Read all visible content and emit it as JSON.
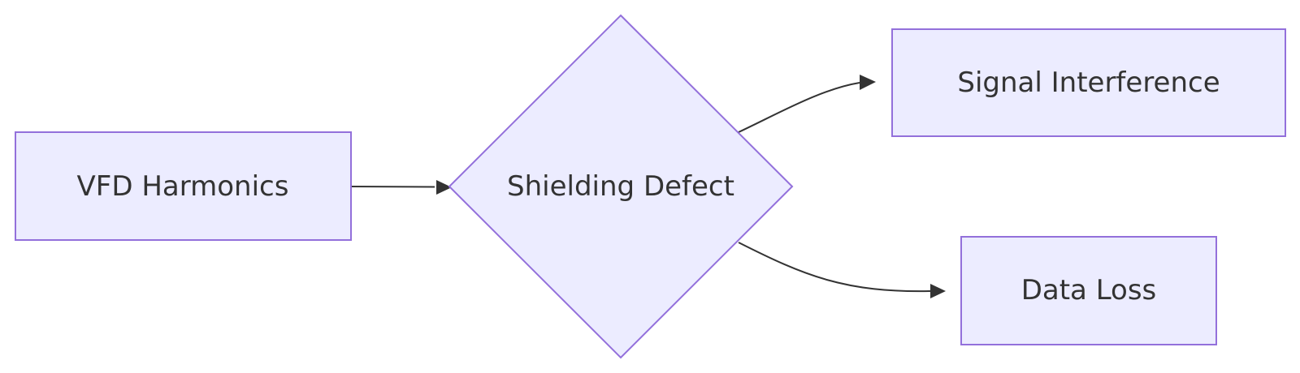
{
  "diagram": {
    "type": "flowchart",
    "direction": "left-to-right",
    "colors": {
      "node_fill": "#ECECFF",
      "node_stroke": "#9370DB",
      "edge": "#333333",
      "text": "#333333"
    },
    "nodes": [
      {
        "id": "vfd",
        "label": "VFD Harmonics",
        "shape": "rectangle"
      },
      {
        "id": "shield",
        "label": "Shielding Defect",
        "shape": "diamond"
      },
      {
        "id": "signal",
        "label": "Signal Interference",
        "shape": "rectangle"
      },
      {
        "id": "loss",
        "label": "Data Loss",
        "shape": "rectangle"
      }
    ],
    "edges": [
      {
        "from": "vfd",
        "to": "shield"
      },
      {
        "from": "shield",
        "to": "signal"
      },
      {
        "from": "shield",
        "to": "loss"
      }
    ]
  }
}
